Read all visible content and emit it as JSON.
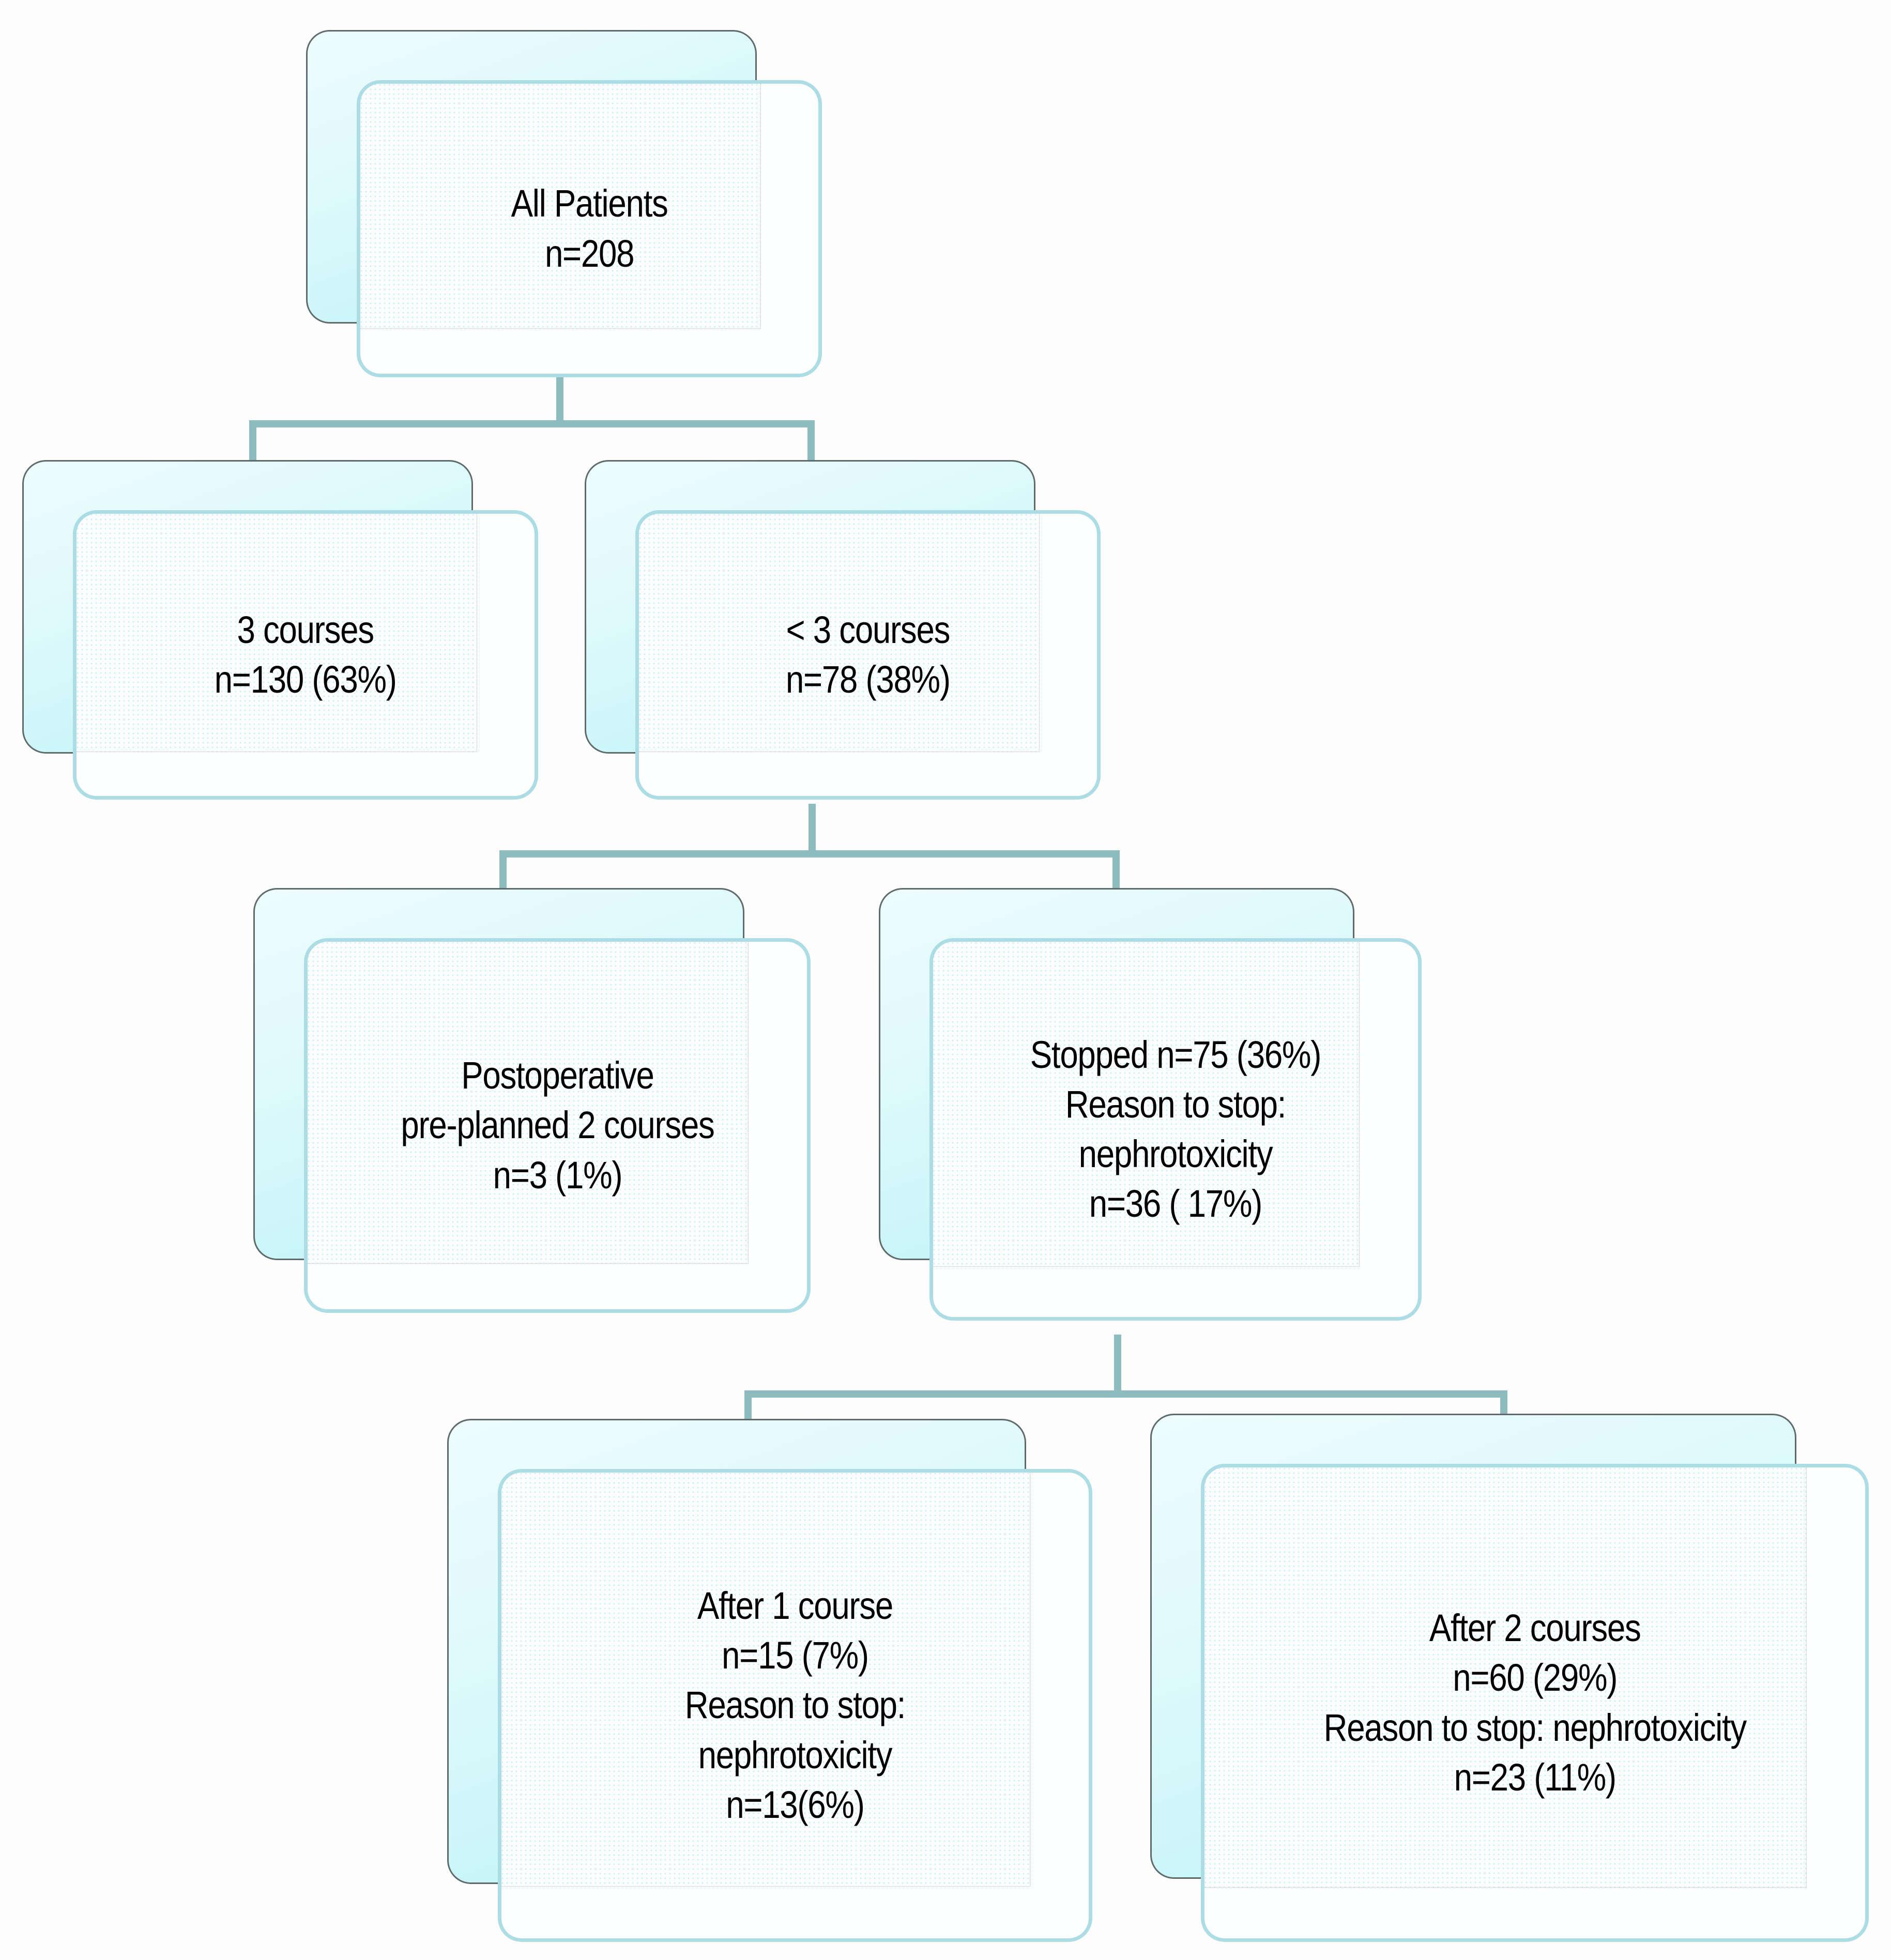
{
  "diagram": {
    "title": "Patient chemotherapy course flow diagram",
    "type": "flowchart",
    "colors": {
      "back_card_fill": "#cdf6f9",
      "back_card_border": "#5f6b6b",
      "front_card_border": "#addde4",
      "front_card_fill": "#fbfdfe",
      "connector": "#8cbcbe",
      "text": "#000000",
      "background": "#ffffff"
    },
    "nodes": [
      {
        "id": "all-patients",
        "lines": [
          "All Patients",
          "n=208"
        ],
        "text": "All Patients\nn=208",
        "n": 208,
        "percent": null
      },
      {
        "id": "three-courses",
        "lines": [
          "3 courses",
          "n=130 (63%)"
        ],
        "text": "3 courses\nn=130 (63%)",
        "n": 130,
        "percent": 63
      },
      {
        "id": "less-than-three-courses",
        "lines": [
          "< 3 courses",
          "n=78 (38%)"
        ],
        "text": "< 3 courses\nn=78 (38%)",
        "n": 78,
        "percent": 38
      },
      {
        "id": "postoperative-preplanned",
        "lines": [
          "Postoperative",
          "pre-planned 2 courses",
          "n=3 (1%)"
        ],
        "text": "Postoperative\npre-planned 2 courses\nn=3 (1%)",
        "n": 3,
        "percent": 1
      },
      {
        "id": "stopped",
        "lines": [
          "Stopped n=75 (36%)",
          "Reason to stop:",
          "nephrotoxicity",
          "n=36 ( 17%)"
        ],
        "text": "Stopped n=75 (36%)\nReason to stop:\nnephrotoxicity\nn=36 ( 17%)",
        "n": 75,
        "percent": 36,
        "reason_n": 36,
        "reason_percent": 17
      },
      {
        "id": "after-one-course",
        "lines": [
          "After 1 course",
          "n=15 (7%)",
          "Reason to stop:",
          "nephrotoxicity",
          "n=13(6%)"
        ],
        "text": "After 1 course\nn=15 (7%)\nReason to stop:\nnephrotoxicity\nn=13(6%)",
        "n": 15,
        "percent": 7,
        "reason_n": 13,
        "reason_percent": 6
      },
      {
        "id": "after-two-courses",
        "lines": [
          "After 2 courses",
          "n=60 (29%)",
          "Reason to stop: nephrotoxicity",
          "n=23 (11%)"
        ],
        "text": "After 2 courses\nn=60 (29%)\nReason to stop: nephrotoxicity\nn=23 (11%)",
        "n": 60,
        "percent": 29,
        "reason_n": 23,
        "reason_percent": 11
      }
    ],
    "edges": [
      {
        "from": "all-patients",
        "to": "three-courses"
      },
      {
        "from": "all-patients",
        "to": "less-than-three-courses"
      },
      {
        "from": "less-than-three-courses",
        "to": "postoperative-preplanned"
      },
      {
        "from": "less-than-three-courses",
        "to": "stopped"
      },
      {
        "from": "stopped",
        "to": "after-one-course"
      },
      {
        "from": "stopped",
        "to": "after-two-courses"
      }
    ]
  }
}
